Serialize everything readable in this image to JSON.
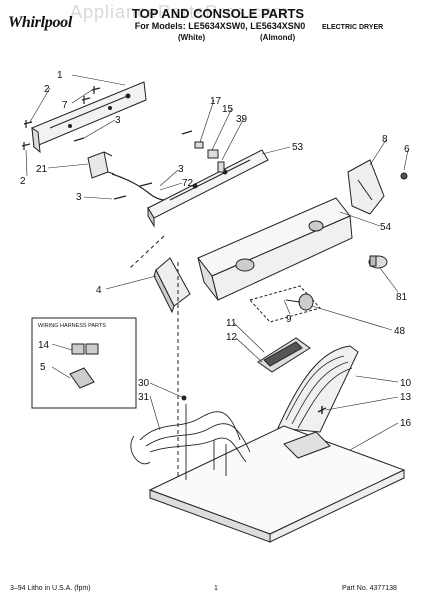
{
  "header": {
    "brand": "Whirlpool",
    "title": "TOP AND CONSOLE PARTS",
    "model_line": "For Models: LE5634XSW0, LE5634XSN0",
    "color_white": "(White)",
    "color_almond": "(Almond)",
    "appliance_type": "ELECTRIC DRYER",
    "watermark": "AppliancePartsPros.com"
  },
  "inset": {
    "title": "WIRING HARNESS PARTS"
  },
  "callouts": [
    "1",
    "7",
    "2",
    "3",
    "21",
    "2",
    "17",
    "15",
    "39",
    "53",
    "3",
    "72",
    "3",
    "8",
    "6",
    "4",
    "54",
    "81",
    "9",
    "48",
    "11",
    "12",
    "10",
    "13",
    "16",
    "14",
    "5",
    "30",
    "31"
  ],
  "footer": {
    "litho": "3–94 Litho in U.S.A. (fpm)",
    "page": "1",
    "part_no": "Part No. 4377138"
  }
}
